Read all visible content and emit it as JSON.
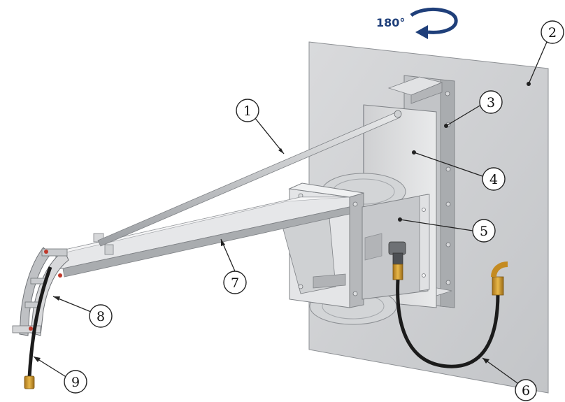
{
  "rotation": {
    "label": "180°",
    "arrow_color": "#1f3f7a"
  },
  "callouts": [
    {
      "id": "1",
      "label": "1"
    },
    {
      "id": "2",
      "label": "2"
    },
    {
      "id": "3",
      "label": "3"
    },
    {
      "id": "4",
      "label": "4"
    },
    {
      "id": "5",
      "label": "5"
    },
    {
      "id": "6",
      "label": "6"
    },
    {
      "id": "7",
      "label": "7"
    },
    {
      "id": "8",
      "label": "8"
    },
    {
      "id": "9",
      "label": "9"
    }
  ],
  "colors": {
    "wall_plate": "#cfd1d3",
    "metal_light": "#e3e4e6",
    "metal_mid": "#b9bbbe",
    "metal_dark": "#8c8f93",
    "hose": "#1b1b1b",
    "brass": "#d09a2a"
  }
}
